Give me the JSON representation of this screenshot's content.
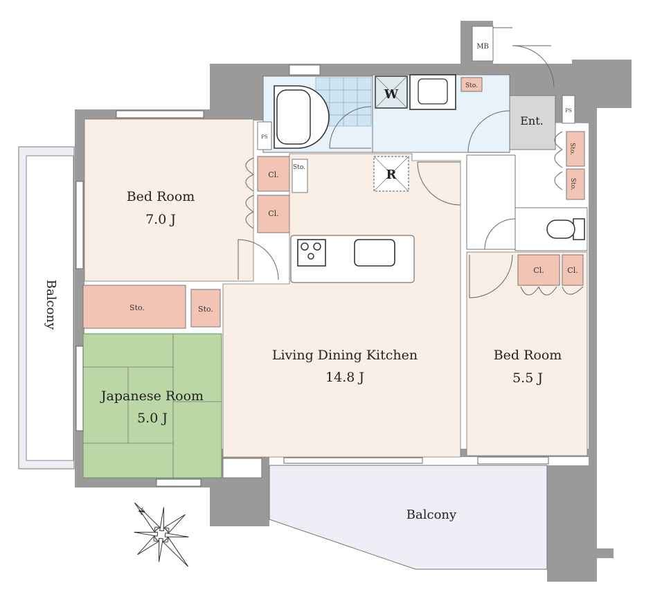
{
  "rooms": {
    "bedroom_1": {
      "name": "Bed Room",
      "size": "7.0 J"
    },
    "bedroom_2": {
      "name": "Bed Room",
      "size": "5.5 J"
    },
    "ldk": {
      "name": "Living Dining Kitchen",
      "size": "14.8 J"
    },
    "japanese": {
      "name": "Japanese Room",
      "size": "5.0 J"
    },
    "balcony_west": {
      "name": "Balcony"
    },
    "balcony_south": {
      "name": "Balcony"
    },
    "entrance": {
      "name": "Ent."
    }
  },
  "fixtures": {
    "mb": "MB",
    "ps": "PS",
    "washer": "W",
    "fridge": "R",
    "storage": "Sto.",
    "closet": "Cl."
  },
  "compass": {
    "north": "N"
  },
  "colors": {
    "wall": "#9a9a9a",
    "floor": "#f9efe6",
    "storage": "#f2c4b4",
    "tatami": "#bcd7a6",
    "wet_area": "#e8f2fa",
    "balcony": "#eeeef6",
    "entrance": "#d7d7d7"
  }
}
